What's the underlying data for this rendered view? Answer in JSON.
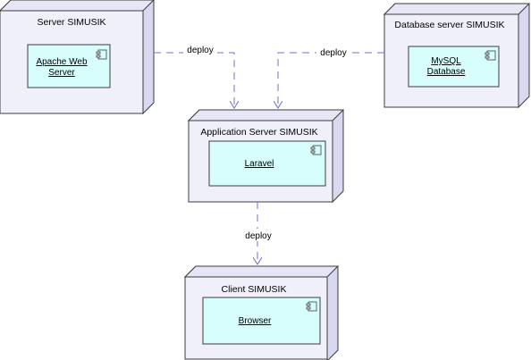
{
  "diagram": {
    "nodes": {
      "server": {
        "title": "Server SIMUSIK",
        "component_line1": "Apache Web",
        "component_line2": "Server"
      },
      "db": {
        "title": "Database server SIMUSIK",
        "component_line1": "MySQL",
        "component_line2": "Database"
      },
      "app": {
        "title": "Application Server SIMUSIK",
        "component_line1": "Laravel"
      },
      "client": {
        "title": "Client SIMUSIK",
        "component_line1": "Browser"
      }
    },
    "edges": {
      "server_to_app": "deploy",
      "db_to_app": "deploy",
      "app_to_client": "deploy"
    },
    "colors": {
      "node_front": "#f0f0fb",
      "node_side": "#d8d8f0",
      "node_stroke": "#3c3c3c",
      "component_fill": "#d8fdfd",
      "edge": "#7070d0"
    }
  }
}
